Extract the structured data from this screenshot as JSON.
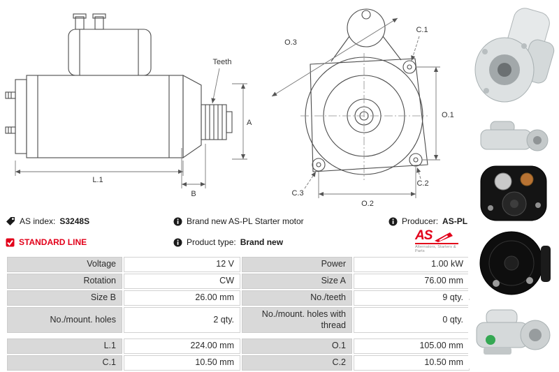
{
  "colors": {
    "brand_red": "#e2001a",
    "table_label_bg": "#d9d9d9"
  },
  "info": {
    "as_index_label": "AS index:",
    "as_index_value": "S3248S",
    "standard_line": "STANDARD LINE",
    "brand_new_text": "Brand new AS-PL Starter motor",
    "product_type_label": "Product type:",
    "product_type_value": "Brand new",
    "producer_label": "Producer:",
    "producer_value": "AS-PL",
    "logo": {
      "text": "AS",
      "sub": "Alternators, Starters & Parts"
    }
  },
  "drawing": {
    "side": {
      "teeth": "Teeth",
      "dim_a": "A",
      "dim_b": "B",
      "dim_l1": "L.1"
    },
    "front": {
      "dim_o1": "O.1",
      "dim_o2": "O.2",
      "dim_o3": "O.3",
      "dim_c1": "C.1",
      "dim_c2": "C.2",
      "dim_c3": "C.3"
    }
  },
  "spec_table": {
    "rows": [
      [
        "Voltage",
        "12 V",
        "Power",
        "1.00 kW"
      ],
      [
        "Rotation",
        "CW",
        "Size A",
        "76.00 mm"
      ],
      [
        "Size B",
        "26.00 mm",
        "No./teeth",
        "9 qty."
      ],
      [
        "No./mount. holes",
        "2 qty.",
        "No./mount. holes with thread",
        "0 qty."
      ],
      [
        "L.1",
        "224.00 mm",
        "O.1",
        "105.00 mm"
      ],
      [
        "C.1",
        "10.50 mm",
        "C.2",
        "10.50 mm"
      ]
    ]
  }
}
